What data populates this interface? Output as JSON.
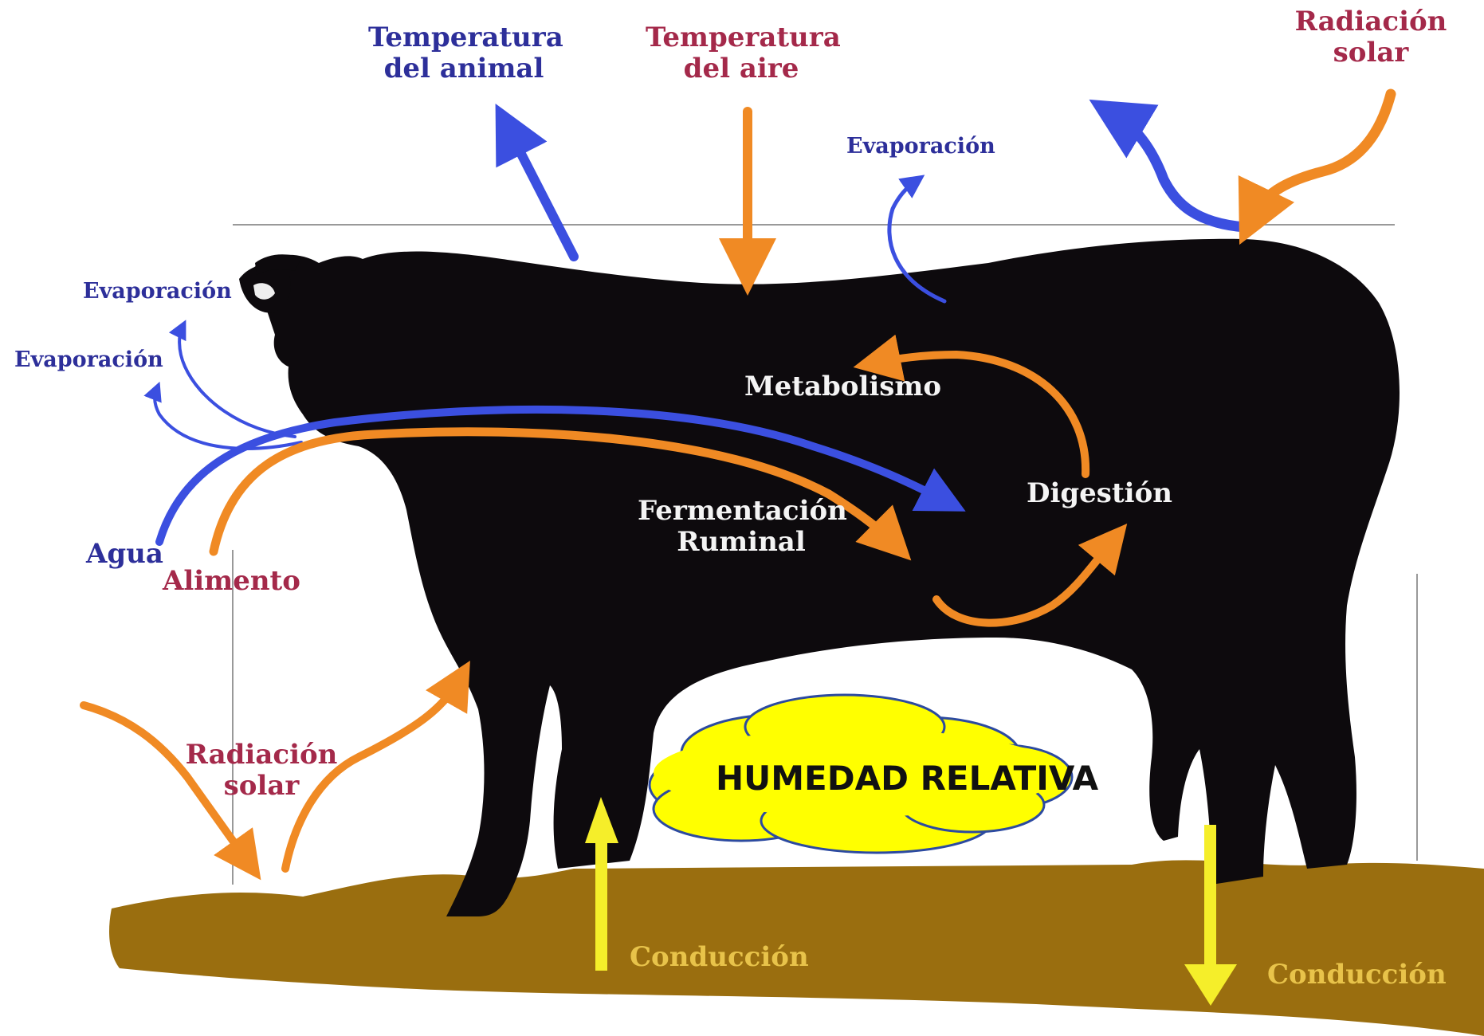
{
  "labels": {
    "animal_temperature": "Temperatura\ndel animal",
    "air_temperature": "Temperatura\ndel aire",
    "solar_radiation_top": "Radiación\nsolar",
    "evaporation_back": "Evaporación",
    "evaporation_ear": "Evaporación",
    "evaporation_mouth": "Evaporación",
    "metabolism": "Metabolismo",
    "digestion": "Digestión",
    "fermentation": "Fermentación\nRuminal",
    "water": "Agua",
    "food": "Alimento",
    "solar_radiation_ground": "Radiación\nsolar",
    "conduction_front": "Conducción",
    "conduction_back": "Conducción",
    "relative_humidity": "HUMEDAD RELATIVA"
  },
  "colors": {
    "heat_gain_arrow": "#f08a24",
    "heat_loss_arrow": "#3b4fe0",
    "conduction_arrow": "#f5ee2a",
    "ground": "#9a6e0f",
    "animal": "#0d0a0d",
    "cloud_fill": "#ffff00",
    "cloud_stroke": "#2c4aa0",
    "blue_label": "#2d2f9a",
    "red_label": "#a4294a"
  }
}
